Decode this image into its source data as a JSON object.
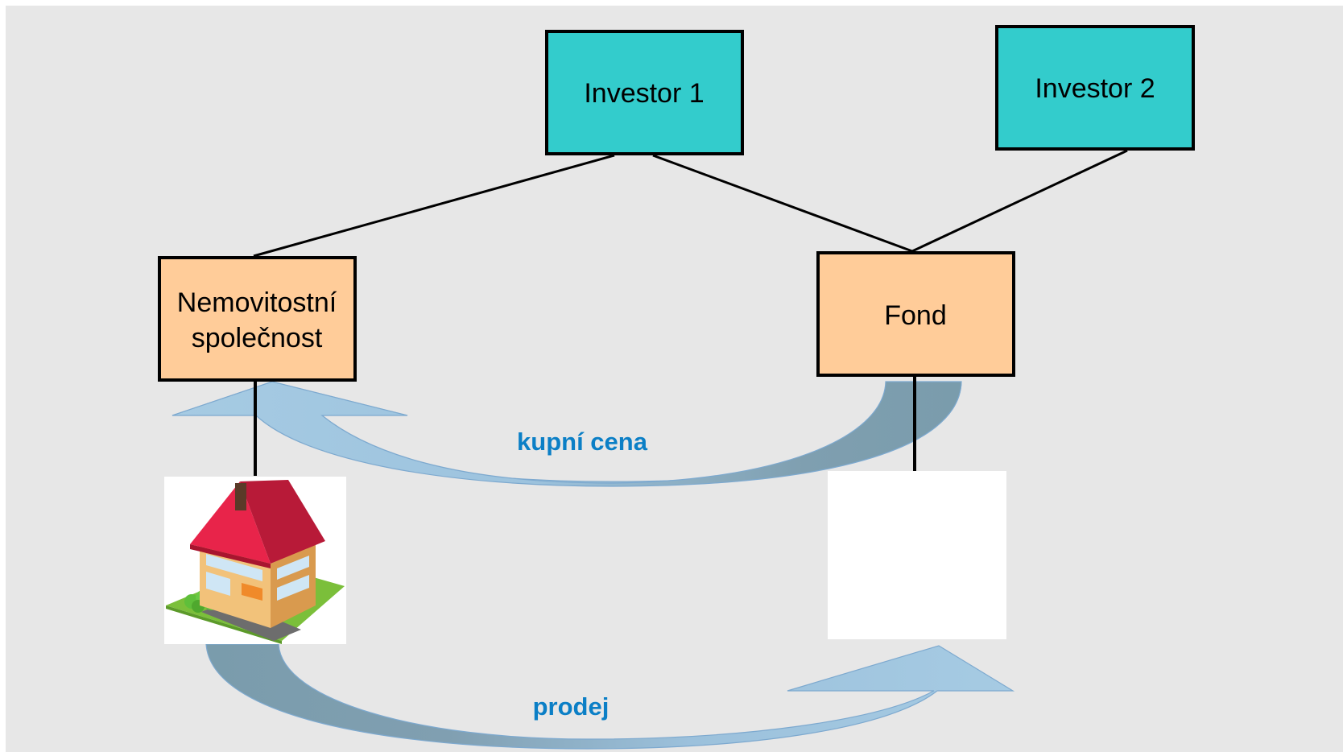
{
  "nodes": {
    "investor1": {
      "label": "Investor 1"
    },
    "investor2": {
      "label": "Investor 2"
    },
    "company": {
      "label_line1": "Nemovitostní",
      "label_line2": "společnost"
    },
    "fund": {
      "label": "Fond"
    }
  },
  "flows": {
    "purchase_price": {
      "label": "kupní cena"
    },
    "sale": {
      "label": "prodej"
    }
  },
  "colors": {
    "background": "#e7e7e7",
    "investor_fill": "#33cccc",
    "entity_fill": "#ffcc99",
    "arrow_light": "#9dc3e0",
    "arrow_dark": "#7a9faf",
    "flow_text": "#0b7fc6"
  },
  "icons": {
    "property": "house-icon",
    "fund_asset": "blank-image"
  }
}
